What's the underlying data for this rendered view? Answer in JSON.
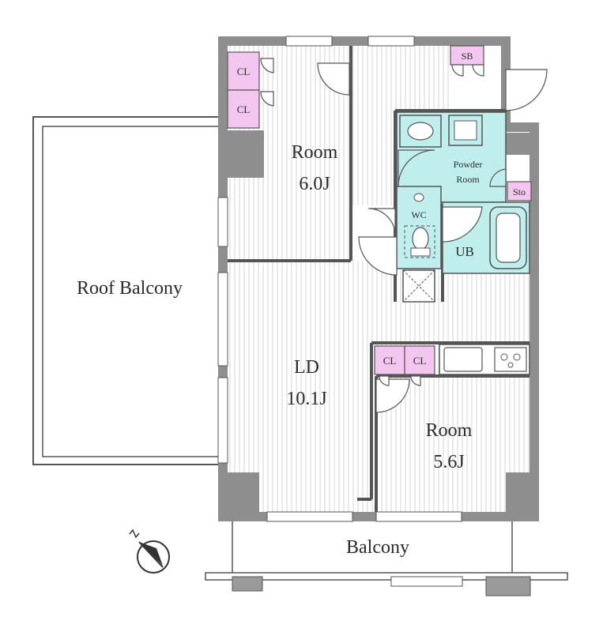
{
  "labels": {
    "roof_balcony": "Roof Balcony",
    "room1_name": "Room",
    "room1_size": "6.0J",
    "ld_name": "LD",
    "ld_size": "10.1J",
    "room2_name": "Room",
    "room2_size": "5.6J",
    "balcony": "Balcony",
    "powder_room_1": "Powder",
    "powder_room_2": "Room",
    "wc": "WC",
    "ub": "UB",
    "sb": "SB",
    "sto": "Sto",
    "closet": "CL"
  },
  "colors": {
    "wet_area": "#bfeeed",
    "storage": "#f2c6ee",
    "wall": "#8e8e8e",
    "column": "#9a9a9a",
    "line": "#555555",
    "floor_hatch": "#d2d2d2"
  },
  "icons": [
    "compass-icon",
    "sink-icon",
    "toilet-icon",
    "bathtub-icon",
    "stove-icon"
  ]
}
